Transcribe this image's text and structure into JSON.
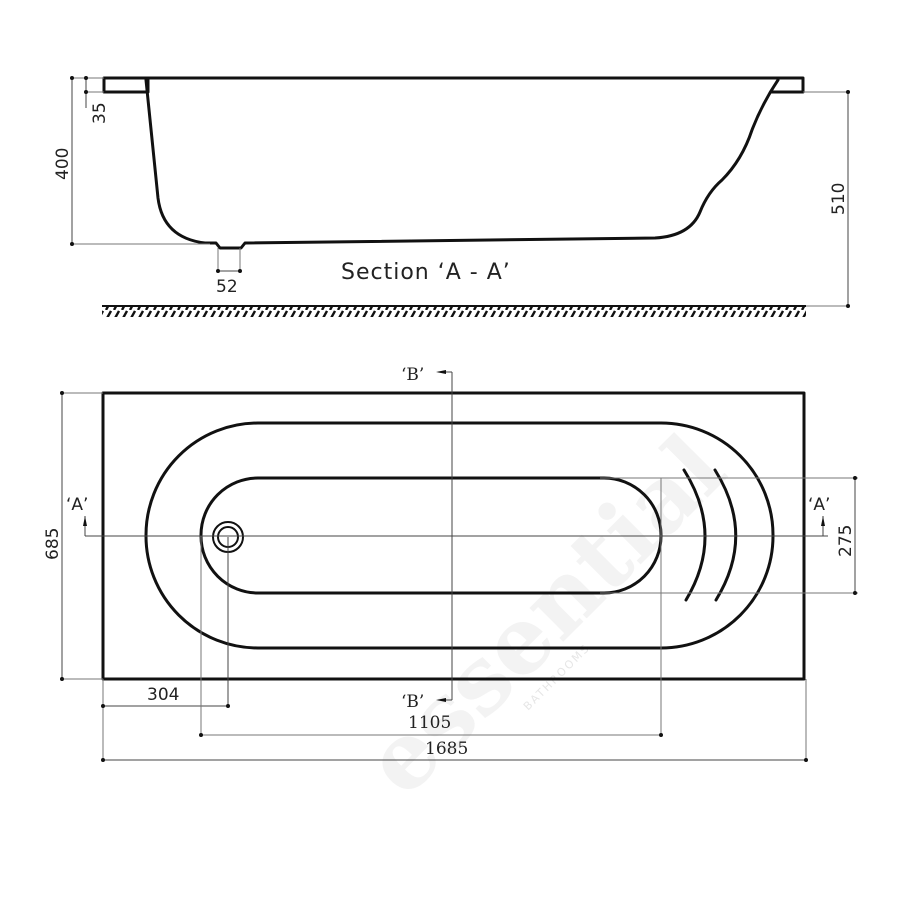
{
  "drawing": {
    "subject": "Bath technical drawing",
    "section_view": {
      "title": "Section ‘A - A’",
      "dimensions": {
        "rim_thickness": "35",
        "depth": "400",
        "overall_height": "510",
        "waste_width": "52"
      }
    },
    "plan_view": {
      "section_marker_a_left": "‘A’",
      "section_marker_a_right": "‘A’",
      "section_marker_b_top": "‘B’",
      "section_marker_b_bottom": "‘B’",
      "dimensions": {
        "overall_width": "685",
        "inner_base_width": "275",
        "waste_offset": "304",
        "inner_base_length": "1105",
        "overall_length": "1685"
      }
    },
    "watermark": {
      "text": "essential",
      "subtext": "BATHROOMS"
    },
    "colors": {
      "line": "#111111",
      "background": "#ffffff",
      "watermark": "#eeeeee"
    }
  }
}
